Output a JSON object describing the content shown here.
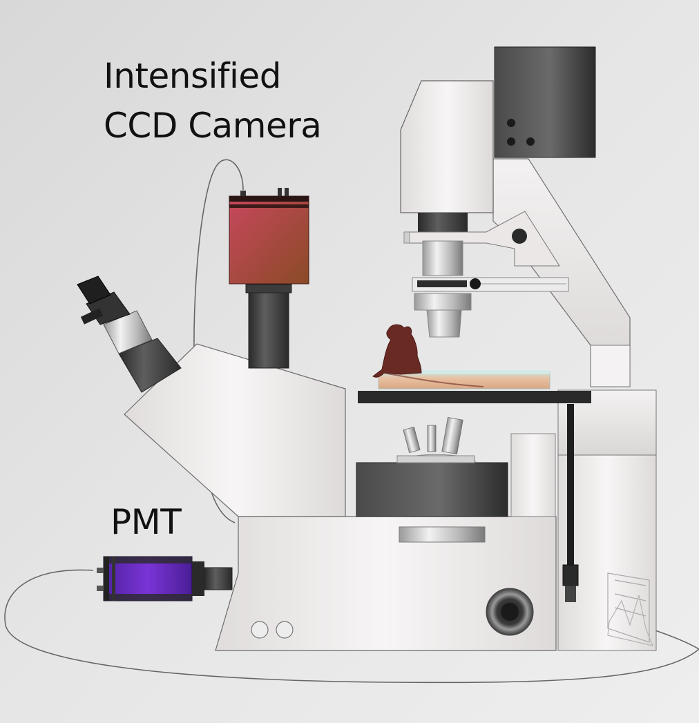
{
  "labels": {
    "camera_line1": "Intensified",
    "camera_line2": "CCD Camera",
    "pmt": "PMT"
  },
  "colors": {
    "background": "#dcdcdc",
    "body_light": "#f0eeee",
    "body_dark": "#3a3a3a",
    "camera_red": "#c24a5c",
    "camera_brown": "#8a4628",
    "pmt_purple": "#6a2ec0",
    "mouse": "#6a2a24",
    "tissue": "#e6b99a",
    "cable": "#555555"
  },
  "icons": [
    "microscope-body",
    "ccd-camera",
    "pmt-detector",
    "mouse-specimen",
    "objective-turret",
    "eyepieces",
    "condenser",
    "lamp-housing"
  ]
}
